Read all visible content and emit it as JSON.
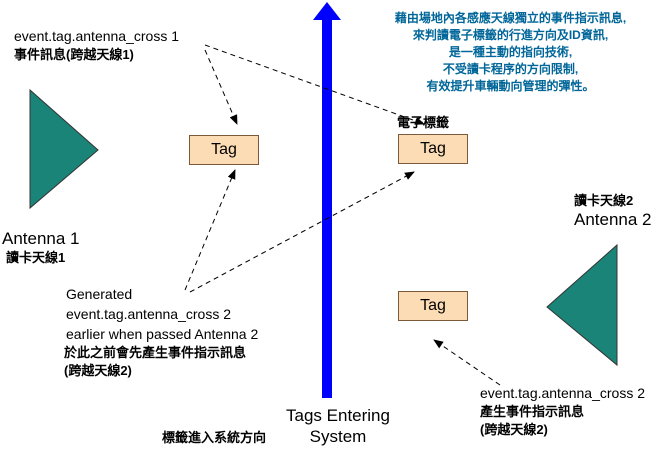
{
  "colors": {
    "antenna": "#1a8479",
    "arrow": "#0000ff",
    "tag_fill": "#fcdcb4",
    "note_text": "#006699"
  },
  "icons": {
    "antenna_left": "triangle-right-icon",
    "antenna_right": "triangle-left-icon",
    "direction": "arrow-up-icon"
  },
  "top_left_event": {
    "line1": "event.tag.antenna_cross 1",
    "line2": "事件訊息(跨越天線1)"
  },
  "antenna1": {
    "name": "Antenna 1",
    "zh": "讀卡天線1"
  },
  "antenna2": {
    "zh": "讀卡天線2",
    "name": "Antenna 2"
  },
  "tags": {
    "tag1": "Tag",
    "tag2": "Tag",
    "tag3": "Tag"
  },
  "electronic_tag_label": "電子標籤",
  "note_lines": [
    "藉由場地內各感應天線獨立的事件指示訊息,",
    "來判讀電子標籤的行進方向及ID資訊,",
    "是一種主動的指向技術,",
    "不受讀卡程序的方向限制,",
    "有效提升車輛動向管理的彈性。"
  ],
  "generated": {
    "line1": "Generated",
    "line2": "event.tag.antenna_cross 2",
    "line3": "earlier when passed Antenna 2",
    "zh1": "於此之前會先產生事件指示訊息",
    "zh2": "(跨越天線2)"
  },
  "bottom_right_event": {
    "line1": "event.tag.antenna_cross 2",
    "zh1": "產生事件指示訊息",
    "zh2": "(跨越天線2)"
  },
  "direction_label": {
    "zh": "標籤進入系統方向",
    "en1": "Tags Entering",
    "en2": "System"
  }
}
